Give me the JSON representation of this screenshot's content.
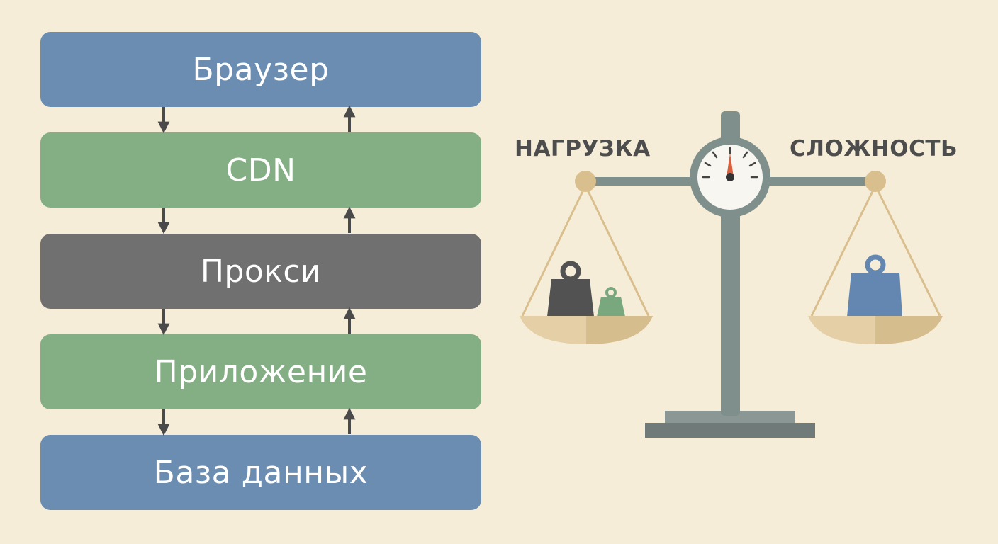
{
  "stack": {
    "layers": [
      {
        "label": "Браузер",
        "color": "#6b8db1"
      },
      {
        "label": "CDN",
        "color": "#84ae84"
      },
      {
        "label": "Прокси",
        "color": "#707070"
      },
      {
        "label": "Приложение",
        "color": "#84ae84"
      },
      {
        "label": "База данных",
        "color": "#6b8db1"
      }
    ],
    "arrow_color": "#4a4a4a"
  },
  "scale": {
    "left_label": "НАГРУЗКА",
    "right_label": "СЛОЖНОСТЬ",
    "colors": {
      "post": "#7f8f8c",
      "pan": "#e4cfa7",
      "pan_shade": "#d6bd8e",
      "pivot": "#d9bf8e",
      "weight_dark": "#525252",
      "weight_green": "#7aa87e",
      "weight_blue": "#6387b1",
      "needle": "#d9603f"
    }
  }
}
